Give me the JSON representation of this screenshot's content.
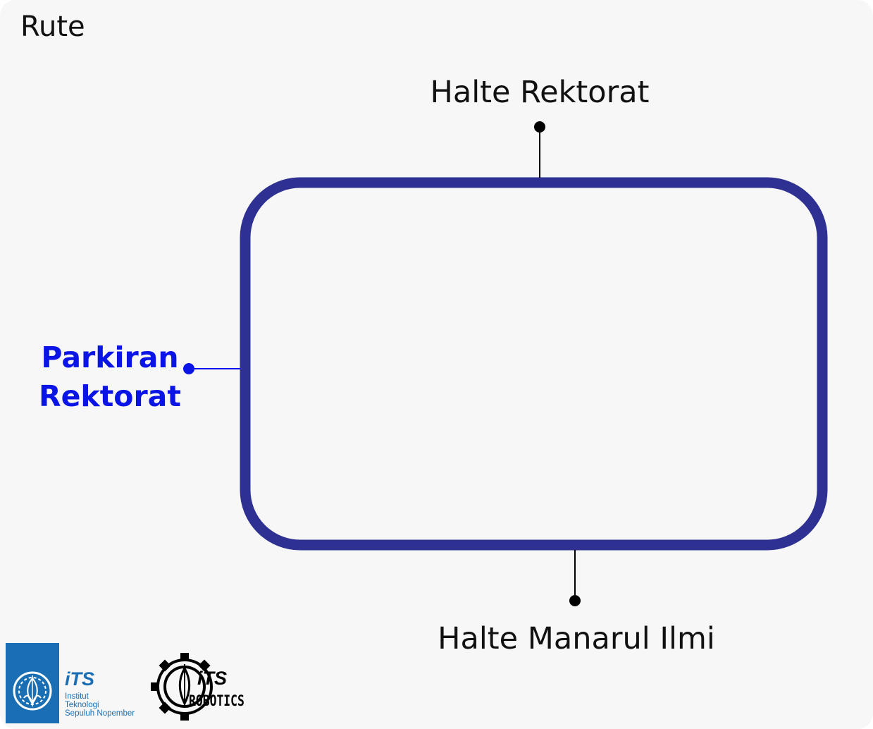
{
  "panel": {
    "title": "Rute"
  },
  "colors": {
    "background": "#f7f7f7",
    "route": "#2e3192",
    "active": "#0a14e6",
    "text": "#111111",
    "its_blue": "#1a6fb4"
  },
  "route": {
    "stops": [
      {
        "id": "halte-rektorat",
        "label": "Halte Rektorat",
        "active": false
      },
      {
        "id": "parkiran-rektorat",
        "label": "Parkiran Rektorat",
        "active": true
      },
      {
        "id": "halte-manarul-ilmi",
        "label": "Halte Manarul Ilmi",
        "active": false
      }
    ]
  },
  "logos": {
    "its": {
      "wordmark": "iTS",
      "line1": "Institut",
      "line2": "Teknologi",
      "line3": "Sepuluh Nopember",
      "icon": "its-emblem-icon"
    },
    "robotics": {
      "wordmark": "iTS",
      "word": "ROBOTICS",
      "icon": "gear-icon"
    }
  }
}
